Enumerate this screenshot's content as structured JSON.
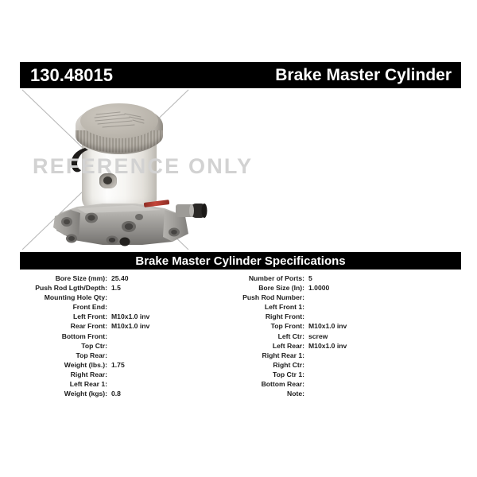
{
  "header": {
    "part_number": "130.48015",
    "product_name": "Brake Master Cylinder"
  },
  "product_image": {
    "watermark": "REFERENCE ONLY",
    "alt": "brake-master-cylinder-photo"
  },
  "specifications": {
    "title": "Brake Master Cylinder Specifications",
    "left_column": [
      {
        "label": "Bore Size (mm):",
        "value": "25.40"
      },
      {
        "label": "Push Rod Lgth/Depth:",
        "value": "1.5"
      },
      {
        "label": "Mounting Hole Qty:",
        "value": ""
      },
      {
        "label": "Front End:",
        "value": ""
      },
      {
        "label": "Left Front:",
        "value": "M10x1.0 inv"
      },
      {
        "label": "Rear Front:",
        "value": "M10x1.0 inv"
      },
      {
        "label": "Bottom Front:",
        "value": ""
      },
      {
        "label": "Top Ctr:",
        "value": ""
      },
      {
        "label": "Top Rear:",
        "value": ""
      },
      {
        "label": "Weight (lbs.):",
        "value": "1.75"
      },
      {
        "label": "Right Rear:",
        "value": ""
      },
      {
        "label": "Left Rear 1:",
        "value": ""
      },
      {
        "label": "Weight (kgs):",
        "value": "0.8"
      }
    ],
    "right_column": [
      {
        "label": "Number of Ports:",
        "value": "5"
      },
      {
        "label": "Bore Size (In):",
        "value": "1.0000"
      },
      {
        "label": "Push Rod Number:",
        "value": ""
      },
      {
        "label": "Left Front 1:",
        "value": ""
      },
      {
        "label": "Right Front:",
        "value": ""
      },
      {
        "label": "Top Front:",
        "value": "M10x1.0 inv"
      },
      {
        "label": "Left Ctr:",
        "value": "screw"
      },
      {
        "label": "Left Rear:",
        "value": "M10x1.0 inv"
      },
      {
        "label": "Right Rear 1:",
        "value": ""
      },
      {
        "label": "Right Ctr:",
        "value": ""
      },
      {
        "label": "Top Ctr 1:",
        "value": ""
      },
      {
        "label": "Bottom Rear:",
        "value": ""
      },
      {
        "label": "Note:",
        "value": ""
      }
    ]
  },
  "colors": {
    "bar_background": "#000000",
    "bar_text": "#ffffff",
    "page_background": "#ffffff",
    "watermark": "#d2d2d2",
    "spec_text": "#1c1c1c",
    "xmark_line": "#b9b9b9"
  }
}
